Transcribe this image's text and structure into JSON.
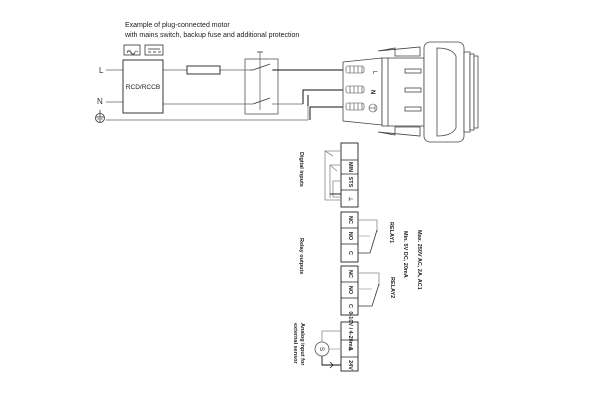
{
  "title": {
    "line1": "Example of plug-connected motor",
    "line2": "with mains switch, backup fuse and additional protection"
  },
  "symbols": [
    "ac-dc-sensitive-icon",
    "dc-icon"
  ],
  "mains": {
    "line_label": "L",
    "neutral_label": "N",
    "earth_symbol": "earth-ground-icon",
    "rcd_label": "RCD/RCCB"
  },
  "plug": {
    "pins": [
      "L",
      "N",
      "earth"
    ]
  },
  "digital_inputs": {
    "label": "Digital inputs",
    "terminals": [
      "",
      "MIN",
      "STS",
      "⊥"
    ]
  },
  "relay_outputs": {
    "label": "Relay outputs",
    "relay1": {
      "name": "RELAY1",
      "terminals": [
        "NC",
        "NO",
        "C"
      ]
    },
    "relay2": {
      "name": "RELAY2",
      "terminals": [
        "NC",
        "NO",
        "C"
      ]
    },
    "rating_max": "Max. 250V AC, 2A, AC1",
    "rating_min": "Min. 5V DC, 20mA"
  },
  "analog_input": {
    "label_line1": "Analog input for",
    "label_line2": "external sensor",
    "terminals": [
      "0-10V / 4-20mA",
      "⊥",
      "24V"
    ],
    "sensor_symbol": "S"
  }
}
